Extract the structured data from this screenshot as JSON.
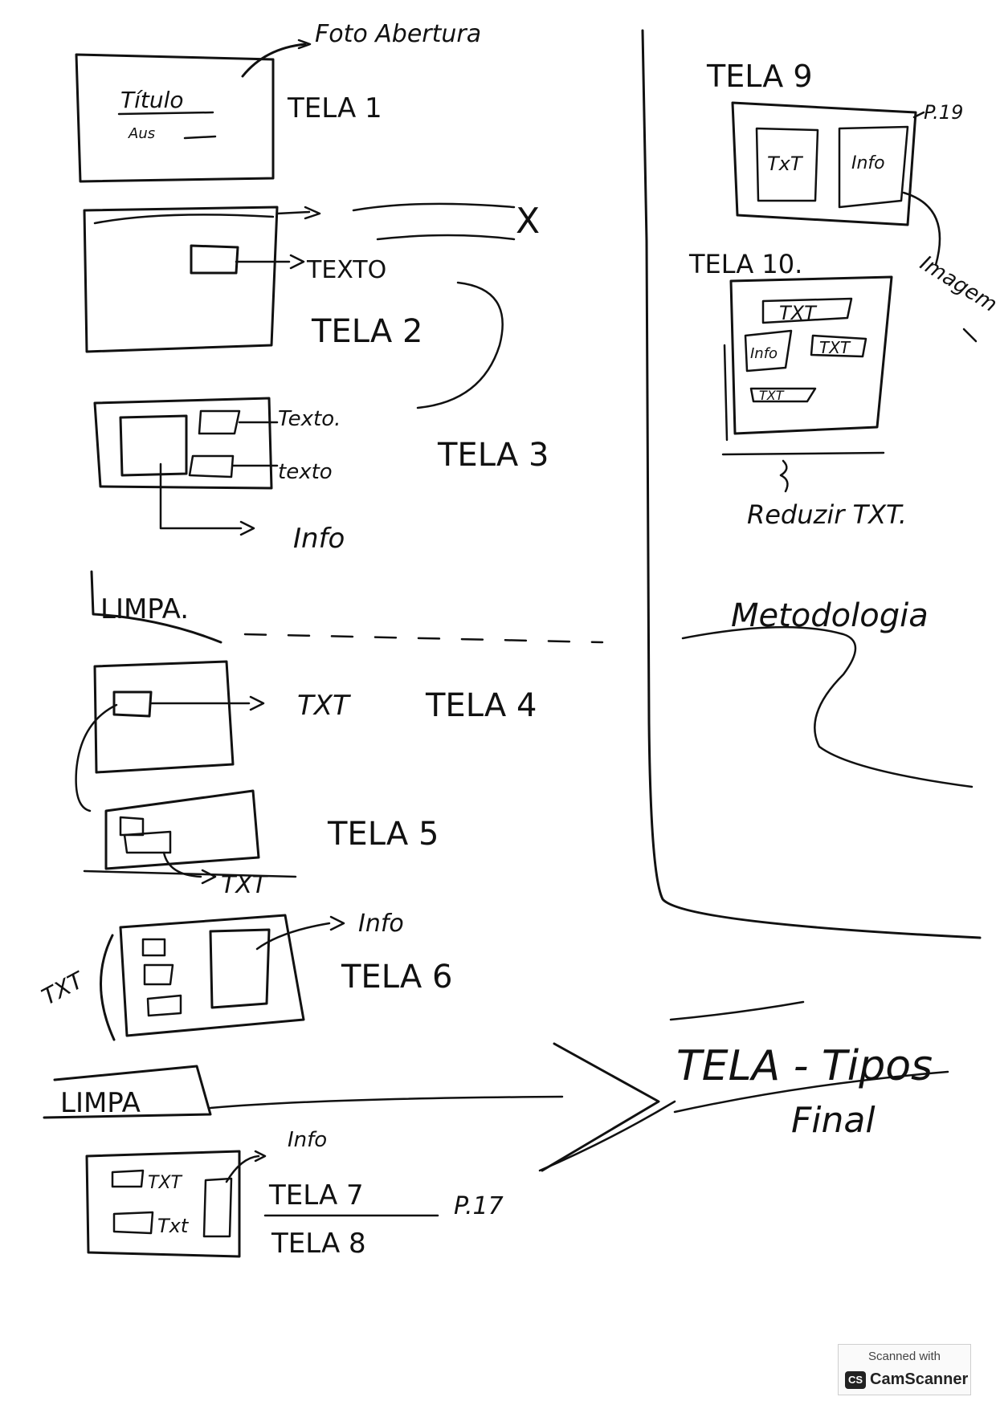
{
  "notes": {
    "tela1": {
      "label": "TELA 1",
      "title": "Título",
      "author": "Aus",
      "arrow": "Foto Abertura"
    },
    "tela2": {
      "label": "TELA 2",
      "arrow_top": "",
      "arrow_text": "TEXTO",
      "mark": "X"
    },
    "tela3": {
      "label": "TELA 3",
      "text_a": "Texto.",
      "text_b": "texto",
      "info": "Info"
    },
    "limpa1": "LIMPA.",
    "tela4": {
      "label": "TELA 4",
      "arrow": "TXT"
    },
    "tela5": {
      "label": "TELA 5",
      "arrow": "TXT"
    },
    "tela6": {
      "label": "TELA 6",
      "left": "TXT",
      "info": "Info"
    },
    "limpa2": "LIMPA",
    "tela7": {
      "label": "TELA 7",
      "info": "Info",
      "txt_a": "TXT",
      "txt_b": "Txt",
      "page": "P.17"
    },
    "tela8": {
      "label": "TELA 8"
    },
    "tela9": {
      "label": "TELA 9",
      "txt": "TxT",
      "info": "Info",
      "page": "P.19",
      "side": "Imagem"
    },
    "tela10": {
      "label": "TELA 10.",
      "txt_a": "TXT",
      "info": "Info",
      "txt_b": "TXT",
      "txt_c": "TXT",
      "reduce": "Reduzir TXT."
    },
    "metodologia": "Metodologia",
    "tela_tipos": "TELA - Tipos",
    "final": "Final"
  },
  "badge": {
    "top": "Scanned with",
    "logo": "CS",
    "name": "CamScanner"
  }
}
